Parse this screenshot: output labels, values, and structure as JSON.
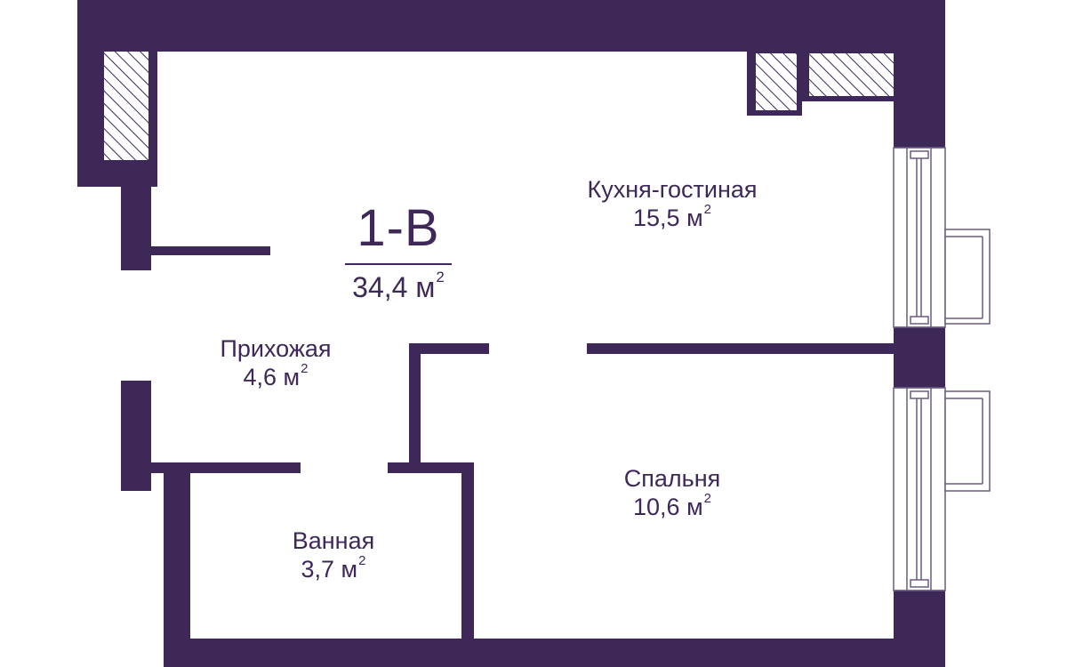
{
  "colors": {
    "wall": "#3d2858",
    "text": "#3d2858",
    "background": "#ffffff",
    "window": "#6b5b80"
  },
  "unit": {
    "code": "1-B",
    "area_value": "34,4 м",
    "area_sup": "2"
  },
  "rooms": {
    "kitchen": {
      "name": "Кухня-гостиная",
      "area_value": "15,5 м",
      "area_sup": "2"
    },
    "hall": {
      "name": "Прихожая",
      "area_value": "4,6 м",
      "area_sup": "2"
    },
    "bathroom": {
      "name": "Ванная",
      "area_value": "3,7 м",
      "area_sup": "2"
    },
    "bedroom": {
      "name": "Спальня",
      "area_value": "10,6 м",
      "area_sup": "2"
    }
  }
}
